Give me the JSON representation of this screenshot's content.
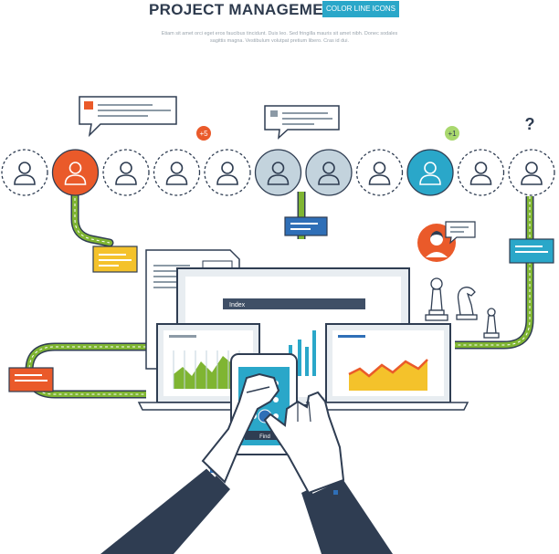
{
  "header": {
    "title": "PROJECT MANAGEMENT",
    "tag": "COLOR LINE ICONS",
    "subtitle_line1": "Etiam sit amet orci eget eros faucibus tincidunt. Duis leo. Sed fringilla mauris sit amet nibh. Donec sodales",
    "subtitle_line2": "sagittis magna.  Vestibulum volutpat pretium libero. Cras id dui."
  },
  "timeline": {
    "badge_plus5": "+5",
    "badge_plus1": "+1",
    "question_mark": "?",
    "people_count": 11,
    "highlight_colors": {
      "orange": "#ea5a2a",
      "gray_blue": "#c3d3dd",
      "teal": "#2aa7c9"
    }
  },
  "screens": {
    "desktop_label": "Index",
    "phone_button": "Find"
  },
  "colors": {
    "path": "#7fb532",
    "navy": "#2f3d52",
    "blue": "#2f6fb7",
    "yellow": "#f4c22b",
    "orange": "#ea5a2a"
  }
}
